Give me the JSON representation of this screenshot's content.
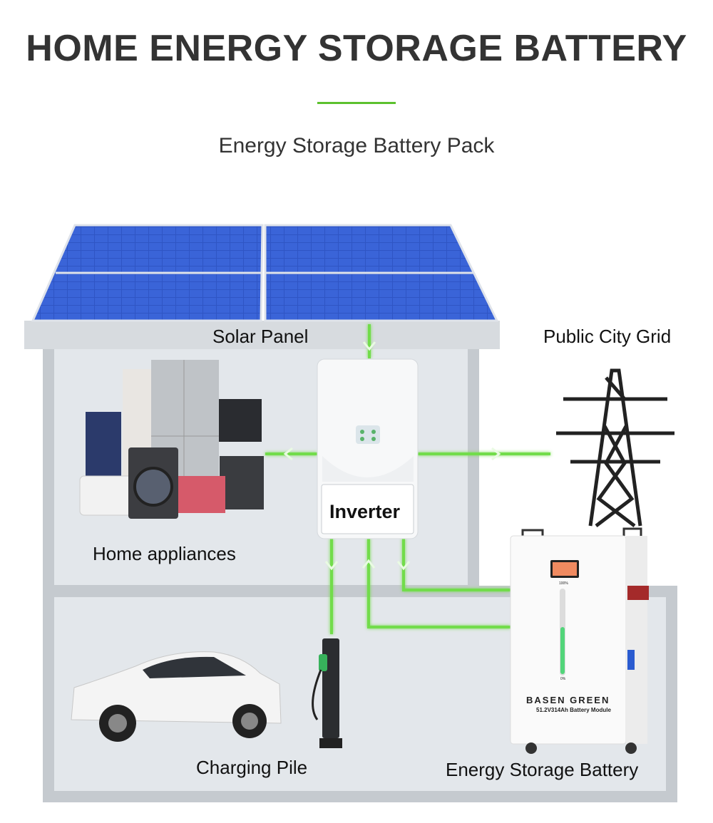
{
  "title": "HOME ENERGY STORAGE BATTERY",
  "subtitle": "Energy Storage Battery Pack",
  "labels": {
    "solar_panel": "Solar Panel",
    "public_grid": "Public City Grid",
    "inverter": "Inverter",
    "home_appliances": "Home appliances",
    "charging_pile": "Charging Pile",
    "energy_storage_battery": "Energy Storage Battery"
  },
  "battery": {
    "brand": "BASEN GREEN",
    "model": "51.2V314Ah Battery Module",
    "gauge_top": "100%",
    "gauge_bottom": "0%"
  },
  "colors": {
    "accent": "#5cc12e",
    "flow": "#72dc4c",
    "wall": "#c5cacf",
    "room": "#e3e7eb"
  }
}
